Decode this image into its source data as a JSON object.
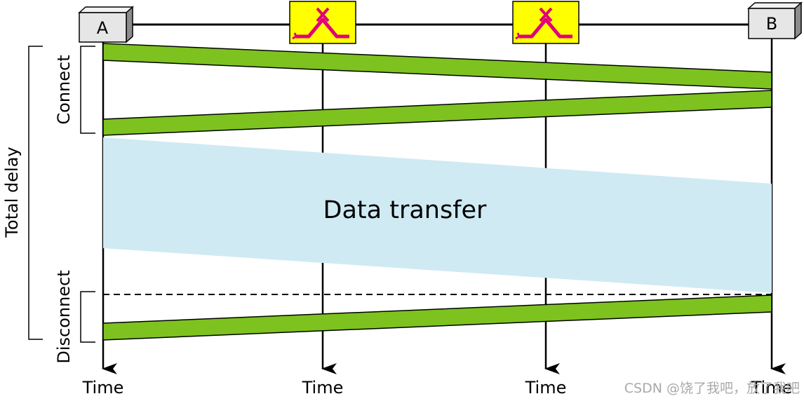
{
  "nodes": {
    "a": {
      "label": "A"
    },
    "b": {
      "label": "B"
    }
  },
  "phases": {
    "total_delay": "Total delay",
    "connect": "Connect",
    "disconnect": "Disconnect",
    "data_transfer": "Data transfer"
  },
  "time_labels": [
    "Time",
    "Time",
    "Time",
    "Time"
  ],
  "watermark": "CSDN @饶了我吧，放了我吧",
  "colors": {
    "frame_band": "#7dc21e",
    "data_band": "#cfeaf3",
    "switch_fill": "#ffff00",
    "switch_symbol": "#e0007a",
    "node_fill": "#e6e6e6"
  },
  "icons": {
    "switch": "switch-icon",
    "node": "computer-node-icon",
    "arrow": "arrow-down-icon"
  }
}
